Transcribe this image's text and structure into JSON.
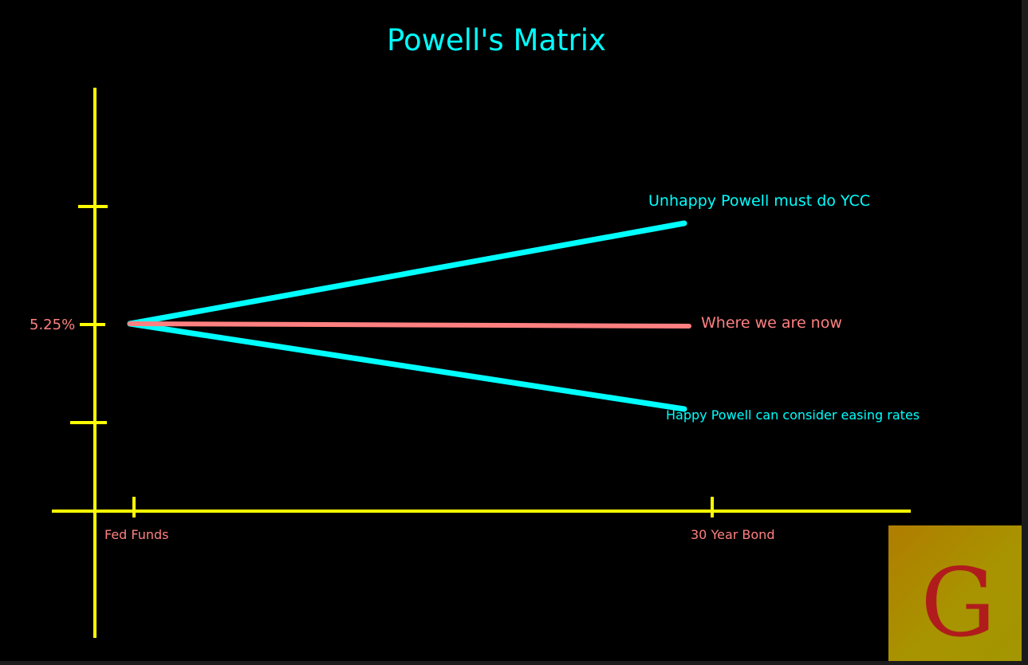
{
  "title": "Powell's Matrix",
  "y_axis": {
    "tick_label": "5.25%"
  },
  "x_axis": {
    "left_label": "Fed Funds",
    "right_label": "30 Year Bond"
  },
  "scenarios": {
    "up": {
      "label": "Unhappy Powell must do YCC",
      "color": "#00ffff"
    },
    "flat": {
      "label": "Where we are now",
      "color": "#ff8080"
    },
    "down": {
      "label": "Happy Powell can consider easing rates",
      "color": "#00ffff"
    }
  },
  "axis_color": "#ffff00",
  "logo": {
    "letter": "G",
    "background": "#a89400",
    "letter_color": "#b01c1c"
  }
}
